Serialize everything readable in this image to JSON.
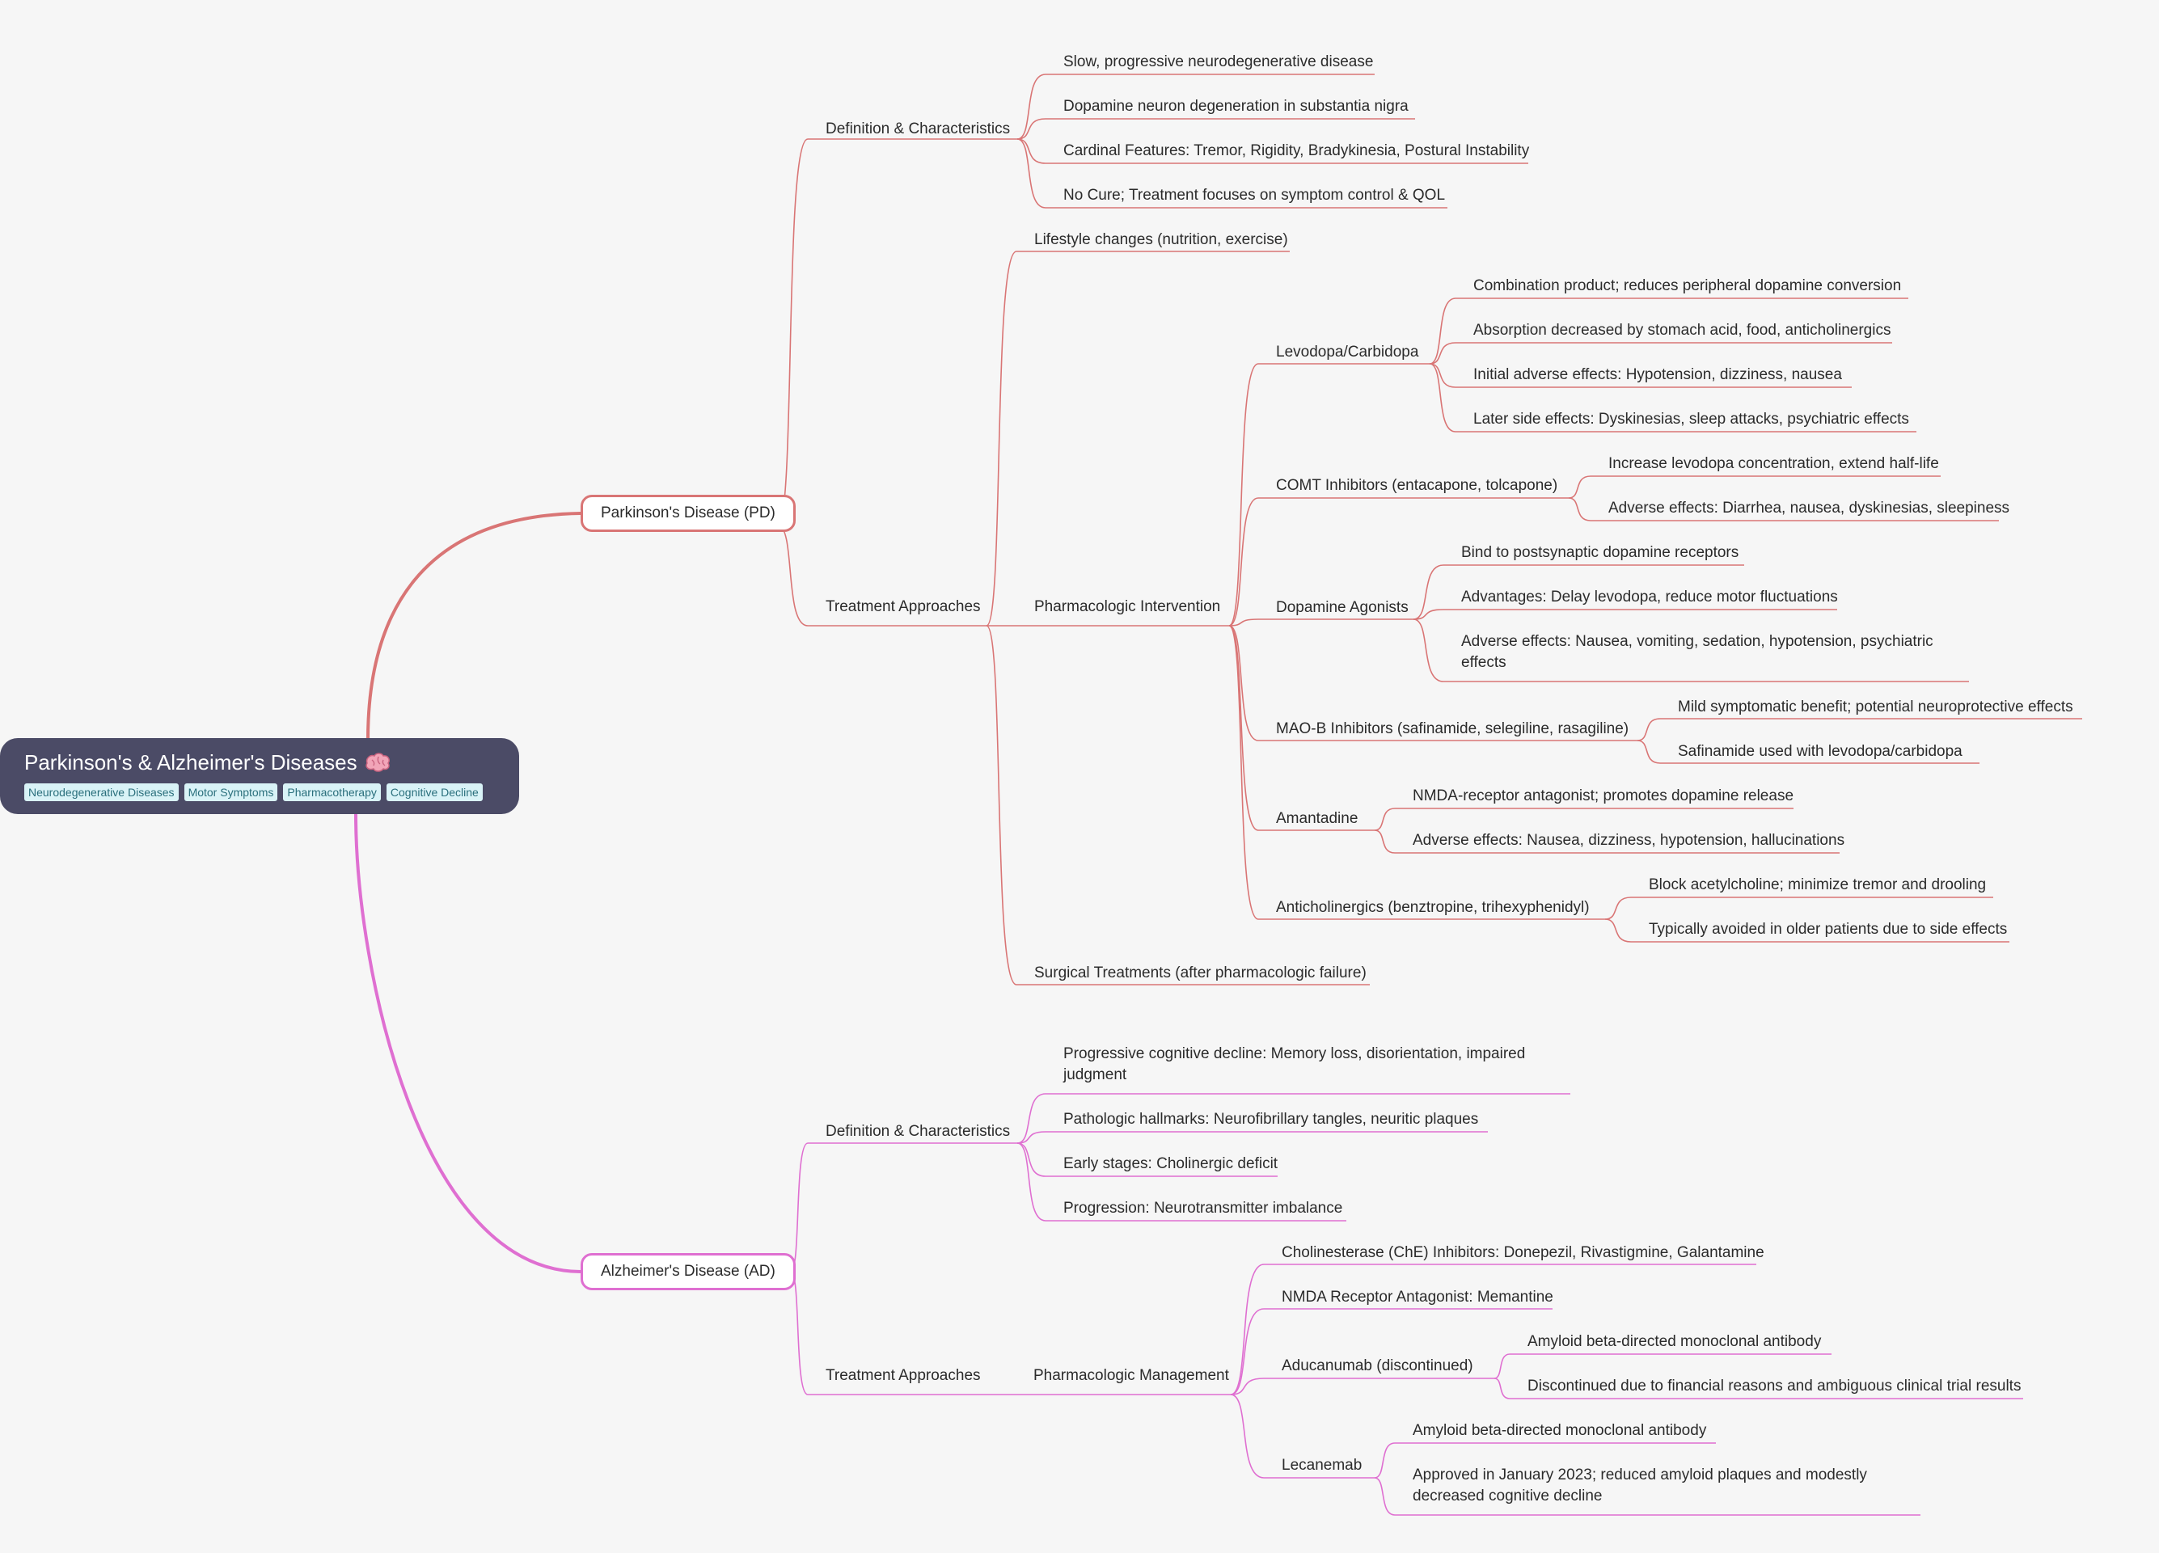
{
  "root": {
    "title": "Parkinson's & Alzheimer's Diseases",
    "icon": "brain-icon",
    "tags": [
      "Neurodegenerative Diseases",
      "Motor Symptoms",
      "Pharmacotherapy",
      "Cognitive Decline"
    ]
  },
  "colors": {
    "background": "#f6f6f6",
    "root_fill": "#4b4b66",
    "pd_branch": "#d97575",
    "ad_branch": "#df6fd1",
    "tag_fill": "#d9f3f7"
  },
  "pd": {
    "label": "Parkinson's Disease (PD)",
    "definition": {
      "label": "Definition & Characteristics",
      "items": [
        "Slow, progressive neurodegenerative disease",
        "Dopamine neuron degeneration in substantia nigra",
        "Cardinal Features: Tremor, Rigidity, Bradykinesia, Postural Instability",
        "No Cure; Treatment focuses on symptom control & QOL"
      ]
    },
    "treatment": {
      "label": "Treatment Approaches",
      "lifestyle": "Lifestyle changes (nutrition, exercise)",
      "pharma": {
        "label": "Pharmacologic Intervention",
        "levodopa": {
          "label": "Levodopa/Carbidopa",
          "items": [
            "Combination product; reduces peripheral dopamine conversion",
            "Absorption decreased by stomach acid, food, anticholinergics",
            "Initial adverse effects: Hypotension, dizziness, nausea",
            "Later side effects: Dyskinesias, sleep attacks, psychiatric effects"
          ]
        },
        "comt": {
          "label": "COMT Inhibitors (entacapone, tolcapone)",
          "items": [
            "Increase levodopa concentration, extend half-life",
            "Adverse effects: Diarrhea, nausea, dyskinesias, sleepiness"
          ]
        },
        "agonists": {
          "label": "Dopamine Agonists",
          "items": [
            "Bind to postsynaptic dopamine receptors",
            "Advantages: Delay levodopa, reduce motor fluctuations",
            "Adverse effects: Nausea, vomiting, sedation, hypotension, psychiatric effects"
          ]
        },
        "maob": {
          "label": "MAO-B Inhibitors (safinamide, selegiline, rasagiline)",
          "items": [
            "Mild symptomatic benefit; potential neuroprotective effects",
            "Safinamide used with levodopa/carbidopa"
          ]
        },
        "amantadine": {
          "label": "Amantadine",
          "items": [
            "NMDA-receptor antagonist; promotes dopamine release",
            "Adverse effects: Nausea, dizziness, hypotension, hallucinations"
          ]
        },
        "anticholinergics": {
          "label": "Anticholinergics (benztropine, trihexyphenidyl)",
          "items": [
            "Block acetylcholine; minimize tremor and drooling",
            "Typically avoided in older patients due to side effects"
          ]
        }
      },
      "surgical": "Surgical Treatments (after pharmacologic failure)"
    }
  },
  "ad": {
    "label": "Alzheimer's Disease (AD)",
    "definition": {
      "label": "Definition & Characteristics",
      "items": [
        "Progressive cognitive decline: Memory loss, disorientation, impaired judgment",
        "Pathologic hallmarks: Neurofibrillary tangles, neuritic plaques",
        "Early stages: Cholinergic deficit",
        "Progression: Neurotransmitter imbalance"
      ]
    },
    "treatment": {
      "label": "Treatment Approaches",
      "pharma": {
        "label": "Pharmacologic Management",
        "che": "Cholinesterase (ChE) Inhibitors: Donepezil, Rivastigmine, Galantamine",
        "nmda": "NMDA Receptor Antagonist: Memantine",
        "aducanumab": {
          "label": "Aducanumab (discontinued)",
          "items": [
            "Amyloid beta-directed monoclonal antibody",
            "Discontinued due to financial reasons and ambiguous clinical trial results"
          ]
        },
        "lecanemab": {
          "label": "Lecanemab",
          "items": [
            "Amyloid beta-directed monoclonal antibody",
            "Approved in January 2023; reduced amyloid plaques and modestly decreased cognitive decline"
          ]
        }
      }
    }
  }
}
